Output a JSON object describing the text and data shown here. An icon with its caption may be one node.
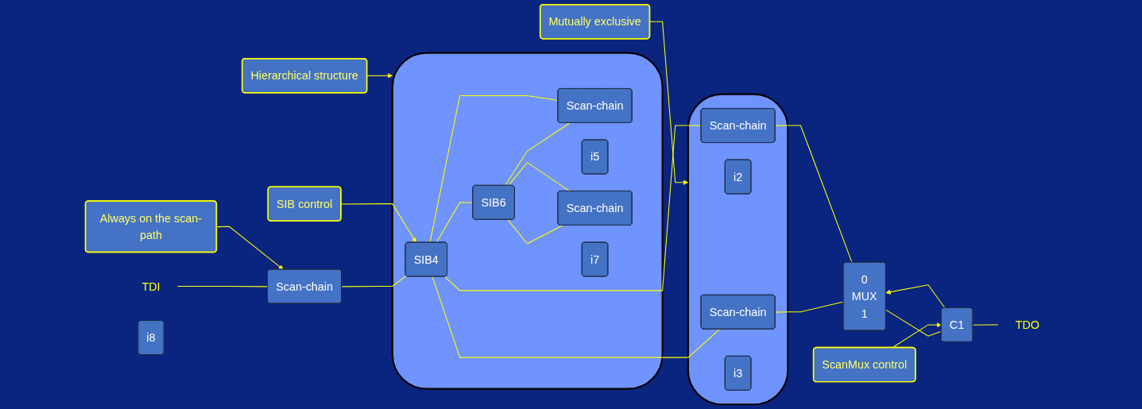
{
  "diagram": {
    "nodes": [
      {
        "text": [
          "Always on the scan-path"
        ]
      },
      {
        "text": [
          "SIB control"
        ]
      },
      {
        "text": [
          "ScanMux control"
        ]
      },
      {
        "text": [
          "TDI"
        ]
      },
      {
        "text": [
          "Scan-chain"
        ]
      },
      {
        "text": [
          "i8"
        ]
      },
      {
        "text": [],
        "shape": "cloud"
      },
      {
        "text": [
          "SIB4"
        ],
        "in": 6
      },
      {
        "text": [
          "SIB6"
        ],
        "in": 6
      },
      {
        "text": [
          "Scan-chain"
        ],
        "in": 6
      },
      {
        "text": [
          "i5"
        ],
        "in": 6
      },
      {
        "text": [
          "Scan-chain"
        ],
        "in": 6
      },
      {
        "text": [
          "i7"
        ],
        "in": 6
      },
      {
        "text": [],
        "shape": "cloud"
      },
      {
        "text": [
          "Scan-chain"
        ],
        "in": 13
      },
      {
        "text": [
          "i2"
        ],
        "in": 13
      },
      {
        "text": [
          "Scan-chain"
        ],
        "in": 13
      },
      {
        "text": [
          "i3"
        ],
        "in": 13
      },
      {
        "text": [
          "0",
          "MUX",
          "1"
        ]
      },
      {
        "text": [
          "C1"
        ]
      },
      {
        "text": [
          "TDO"
        ]
      },
      {
        "text": [
          "Hierarchical structure"
        ]
      },
      {
        "text": [
          "Mutually exclusive"
        ]
      }
    ],
    "edges": [
      {
        "from": 3,
        "to": 4,
        "arrow": "none"
      },
      {
        "from": 4,
        "to": 7,
        "arrow": "none"
      },
      {
        "from": 7,
        "to": 14,
        "arrow": "none"
      },
      {
        "from": 7,
        "to": 16,
        "arrow": "none"
      },
      {
        "from": 7,
        "to": 8,
        "arrow": "none"
      },
      {
        "from": 8,
        "to": 9,
        "arrow": "none"
      },
      {
        "from": 9,
        "to": 7,
        "arrow": "none"
      },
      {
        "from": 8,
        "to": 11,
        "arrow": "none"
      },
      {
        "from": 11,
        "to": 8,
        "arrow": "none"
      },
      {
        "from": 14,
        "to": 18,
        "arrow": "none"
      },
      {
        "from": 16,
        "to": 18,
        "arrow": "none"
      },
      {
        "from": 18,
        "to": 19,
        "arrow": "none"
      },
      {
        "from": 19,
        "to": 18,
        "arrow": "to"
      },
      {
        "from": 19,
        "to": 20,
        "arrow": "none"
      },
      {
        "from": 0,
        "to": 4,
        "arrow": "to"
      },
      {
        "from": 1,
        "to": 7,
        "arrow": "to"
      },
      {
        "from": 2,
        "to": 19,
        "arrow": "to"
      },
      {
        "from": 21,
        "to": 6,
        "arrow": "to"
      },
      {
        "from": 22,
        "to": 13,
        "arrow": "to"
      }
    ]
  }
}
